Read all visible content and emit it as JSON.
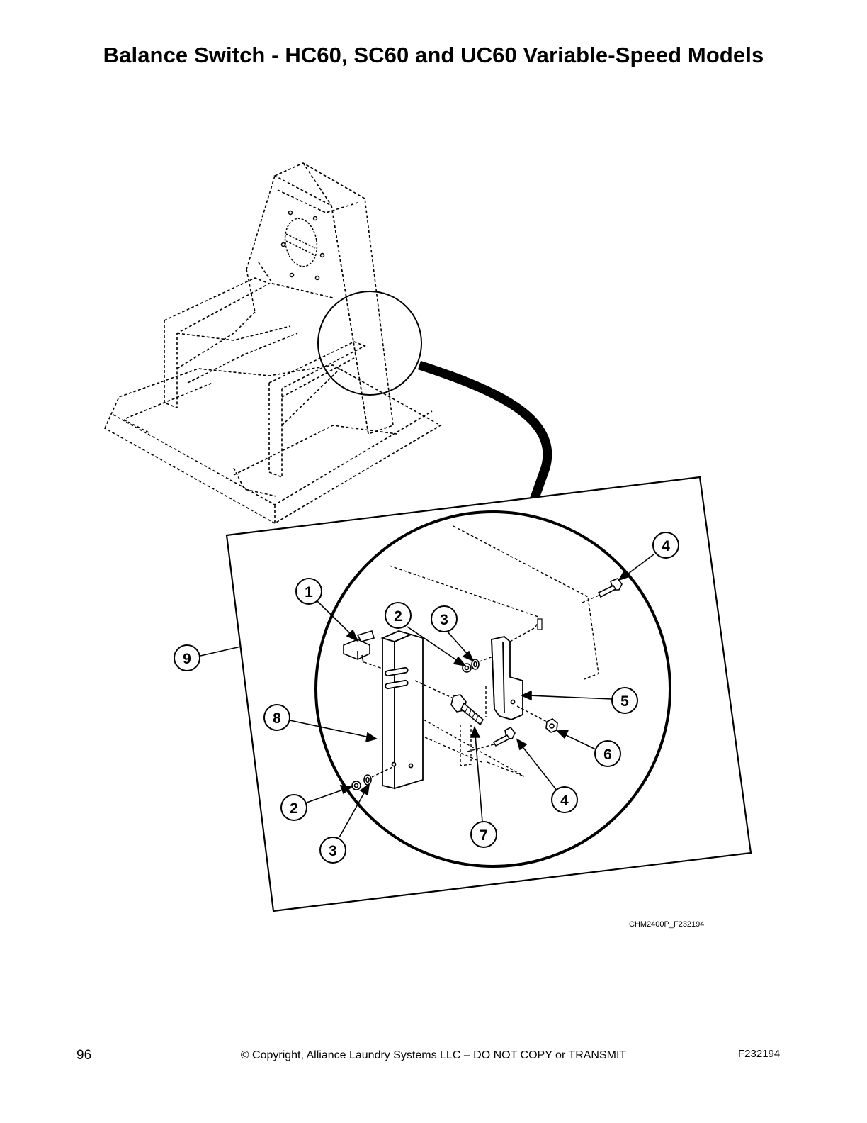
{
  "page": {
    "title": "Balance Switch - HC60, SC60 and UC60 Variable-Speed Models",
    "figure_code": "CHM2400P_F232194"
  },
  "callouts": [
    {
      "id": "c1",
      "label": "1"
    },
    {
      "id": "c2a",
      "label": "2"
    },
    {
      "id": "c3a",
      "label": "3"
    },
    {
      "id": "c4a",
      "label": "4"
    },
    {
      "id": "c5",
      "label": "5"
    },
    {
      "id": "c6",
      "label": "6"
    },
    {
      "id": "c4b",
      "label": "4"
    },
    {
      "id": "c7",
      "label": "7"
    },
    {
      "id": "c8",
      "label": "8"
    },
    {
      "id": "c9",
      "label": "9"
    },
    {
      "id": "c2b",
      "label": "2"
    },
    {
      "id": "c3b",
      "label": "3"
    }
  ],
  "footer": {
    "page_number": "96",
    "copyright": "© Copyright, Alliance Laundry Systems LLC – DO NOT COPY or TRANSMIT",
    "doc_id": "F232194"
  }
}
